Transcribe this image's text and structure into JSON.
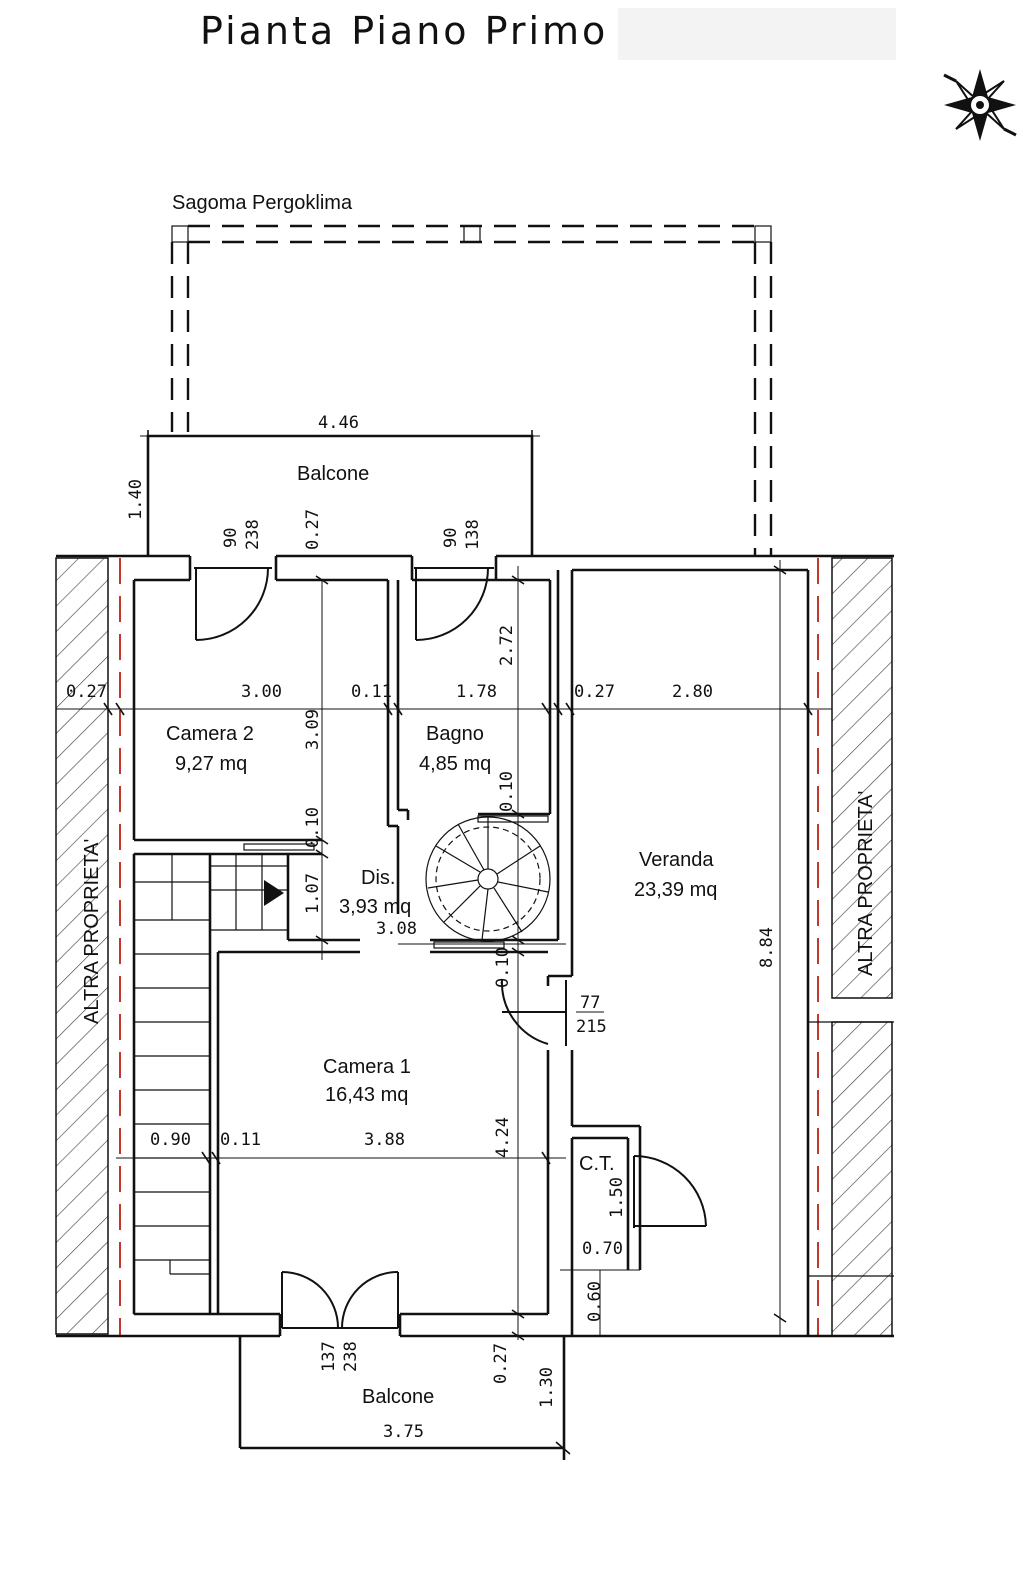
{
  "title": "Pianta  Piano  Primo",
  "pergola_label": "Sagoma Pergoklima",
  "neighbor_label": "ALTRA PROPRIETA'",
  "rooms": {
    "balcone_top": {
      "name": "Balcone"
    },
    "camera2": {
      "name": "Camera 2",
      "area": "9,27 mq"
    },
    "bagno": {
      "name": "Bagno",
      "area": "4,85 mq"
    },
    "dis": {
      "name": "Dis.",
      "area": "3,93 mq"
    },
    "veranda": {
      "name": "Veranda",
      "area": "23,39 mq"
    },
    "camera1": {
      "name": "Camera 1",
      "area": "16,43 mq"
    },
    "ct": {
      "name": "C.T."
    },
    "balcone_bottom": {
      "name": "Balcone"
    }
  },
  "dimensions": {
    "balcone_top_width": "4.46",
    "balcone_top_depth": "1.40",
    "door_c2_w": "90",
    "door_c2_h": "238",
    "wall_027_top": "0.27",
    "door_bagno_w": "90",
    "door_bagno_h": "138",
    "bagno_height": "2.72",
    "left_wall": "0.27",
    "camera2_width": "3.00",
    "partition_011": "0.11",
    "bagno_width": "1.78",
    "wall_027_mid": "0.27",
    "veranda_width": "2.80",
    "camera2_depth": "3.09",
    "wall_010_a": "0.10",
    "wall_010_b": "0.10",
    "dis_depth": "1.07",
    "dis_width": "3.08",
    "wall_010_c": "0.10",
    "door_c1_w": "77",
    "door_c1_h": "215",
    "veranda_depth": "8.84",
    "stair_width": "0.90",
    "partition_011_b": "0.11",
    "camera1_width": "3.88",
    "camera1_depth": "4.24",
    "ct_height": "1.50",
    "ct_width": "0.70",
    "ct_gap": "0.60",
    "door_bal_w": "137",
    "door_bal_h": "238",
    "wall_027_bottom": "0.27",
    "balcone_bottom_depth": "1.30",
    "balcone_bottom_width": "3.75"
  },
  "icons": {
    "compass": "compass-rose-icon"
  }
}
